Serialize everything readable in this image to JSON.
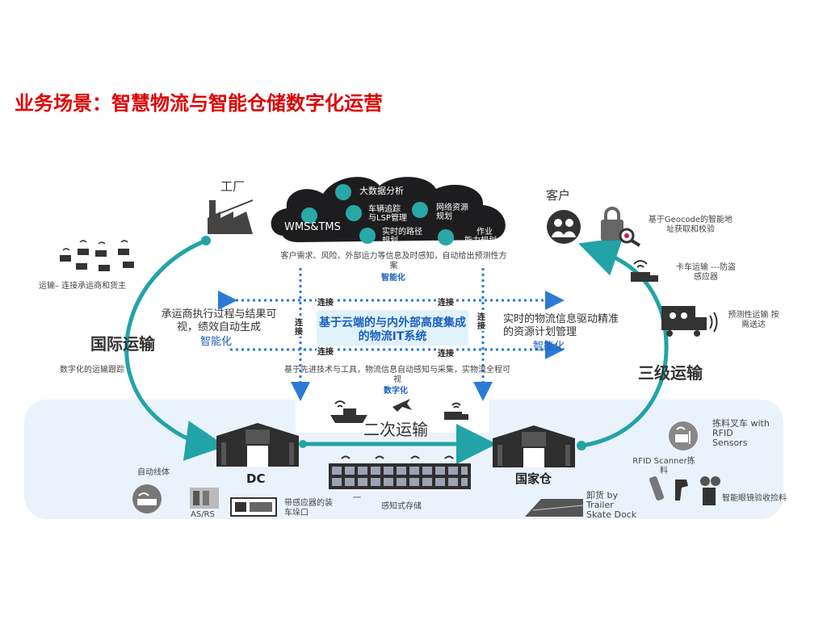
{
  "page": {
    "title": "业务场景：智慧物流与智能仓储数字化运营"
  },
  "cloud": {
    "wms_label": "WMS&TMS",
    "items": [
      "大数据分析",
      "车辆追踪与LSP管理",
      "网络资源规划",
      "实时的路径规划",
      "作业能力规划"
    ],
    "lines": [
      "车辆追踪",
      "与LSP管理",
      "网络资源",
      "规划",
      "实时的路径",
      "规划",
      "作业",
      "能力规划"
    ]
  },
  "nodes": {
    "factory": "工厂",
    "customer": "客户",
    "dc": "DC",
    "national_wh": "国家仓"
  },
  "routes": {
    "international": "国际运输",
    "tertiary": "三级运输",
    "secondary": "二次运输"
  },
  "center": {
    "top_text": "客户需求、风险、外部运力等信息及时感知，自动给出预测性方案",
    "top_tag": "智能化",
    "box_text": "基于云端的与内外部高度集成的物流IT系统",
    "left_text": "承运商执行过程与结果可视，绩效自动生成",
    "left_tag": "智能化",
    "right_text": "实时的物流信息驱动精准的资源计划管理",
    "right_tag": "智能化",
    "bottom_text": "基于先进技术与工具，物流信息自动感知与采集，实物流全程可视",
    "bottom_tag": "数字化",
    "link_label": "连接"
  },
  "left_side": {
    "carrier": "运输– 连接承运商和货主",
    "tracking": "数字化的运输跟踪"
  },
  "right_side": {
    "geocode": "基于Geocode的智能地址获取和校验",
    "truck": "卡车运输 ---防盗感应器",
    "predictive": "预测性运输 按需送达"
  },
  "bottom": {
    "auto_line": "自动线体",
    "asrs": "AS/RS",
    "dock": "带感应器的装车垛口",
    "storage": "感知式存储",
    "storage_dash": "一",
    "forklift": "拣料叉车 with RFID Sensors",
    "rfid": "RFID Scanner拣料",
    "trailer": "卸货 by Trailer Skate Dock",
    "glasses": "智能眼镜验收捡料"
  },
  "colors": {
    "accent": "#22a3a8",
    "title": "#e00000",
    "blue": "#1a5fc0",
    "dark": "#333333"
  }
}
